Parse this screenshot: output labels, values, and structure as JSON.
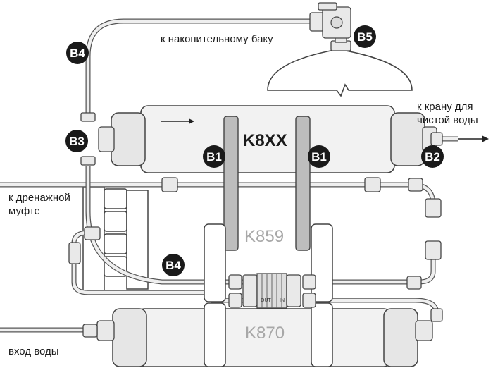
{
  "labels": {
    "tank": "к накопительному баку",
    "faucet_line1": "к крану для",
    "faucet_line2": "чистой воды",
    "drain_line1": "к дренажной",
    "drain_line2": "муфте",
    "water_in": "вход воды"
  },
  "models": {
    "top_filter": "K8XX",
    "middle_filter": "K859",
    "bottom_filter": "K870"
  },
  "flow_restrictor": {
    "out_mark": "OUT",
    "in_mark": "IN"
  },
  "badges": {
    "b1_left": "B1",
    "b1_right": "B1",
    "b2": "B2",
    "b3": "B3",
    "b4_top": "B4",
    "b4_bottom": "B4",
    "b5": "B5"
  },
  "colors": {
    "badge": "#1a1a1a",
    "outline": "#444444",
    "filter_body": "#f2f2f2",
    "bracket": "#bdbdbd"
  }
}
